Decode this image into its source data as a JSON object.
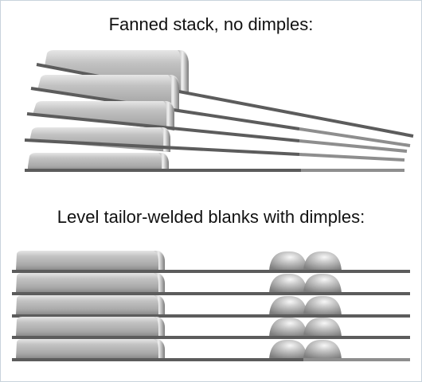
{
  "captions": {
    "top": "Fanned stack, no dimples:",
    "bottom": "Level tailor-welded blanks with dimples:"
  },
  "stacks": {
    "fanned": {
      "layer_count": 5,
      "dimples_per_layer": 0
    },
    "level": {
      "layer_count": 5,
      "dimples_per_layer": 2
    }
  },
  "colors": {
    "background": "#ffffff",
    "frame_border": "#c9d3dc",
    "caption_text": "#111111",
    "sheet_dark": "#5c5c5c",
    "sheet_light": "#8e8e8e",
    "block_body": "#a9a9a9",
    "block_highlight": "#e6e6e6",
    "block_shadow": "#707070",
    "dimple_body": "#a3a3a3",
    "dimple_highlight": "#f2f2f2"
  }
}
